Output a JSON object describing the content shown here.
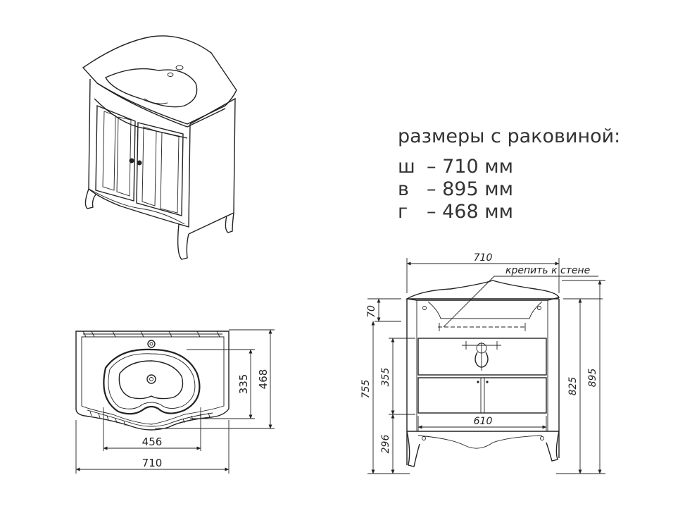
{
  "specs": {
    "heading": "размеры с раковиной:",
    "rows": [
      {
        "key": "ш",
        "value": "– 710 мм"
      },
      {
        "key": "в",
        "value": "– 895 мм"
      },
      {
        "key": "г",
        "value": "– 468 мм"
      }
    ]
  },
  "top_view": {
    "width_outer": "710",
    "width_bowl": "456",
    "depth_bowl": "335",
    "depth_total": "468"
  },
  "front_view": {
    "width_top": "710",
    "note_wall": "крепить к стене",
    "width_inner": "610",
    "h_top": "70",
    "h_mid": "355",
    "h_body": "755",
    "h_legs": "296",
    "h_cabinet": "825",
    "h_total": "895"
  }
}
